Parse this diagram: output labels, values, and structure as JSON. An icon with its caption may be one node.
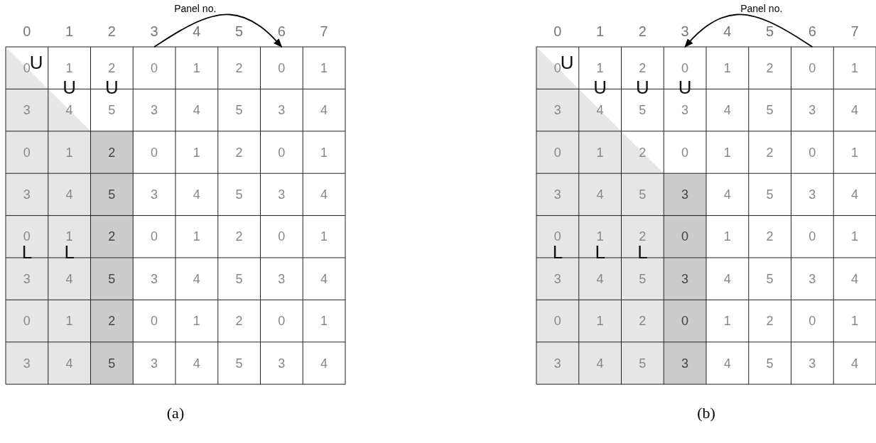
{
  "diagram": {
    "labels": [
      "Panel no.",
      "0",
      "1",
      "2",
      "3",
      "4",
      "5",
      "6",
      "7",
      "0",
      "1",
      "2",
      "0",
      "1",
      "2",
      "0",
      "1",
      "3",
      "4",
      "5",
      "3",
      "4",
      "5",
      "3",
      "4",
      "0",
      "1",
      "2",
      "0",
      "1",
      "2",
      "0",
      "1",
      "3",
      "4",
      "5",
      "3",
      "4",
      "5",
      "3",
      "4",
      "0",
      "1",
      "2",
      "0",
      "1",
      "2",
      "0",
      "1",
      "3",
      "4",
      "5",
      "3",
      "4",
      "5",
      "3",
      "4",
      "0",
      "1",
      "2",
      "0",
      "1",
      "2",
      "0",
      "1",
      "3",
      "4",
      "5",
      "3",
      "4",
      "5",
      "3",
      "4",
      "U",
      "U",
      "U",
      "L",
      "L",
      "(a)",
      "Panel no.",
      "0",
      "1",
      "2",
      "3",
      "4",
      "5",
      "6",
      "7",
      "0",
      "1",
      "2",
      "0",
      "1",
      "2",
      "0",
      "1",
      "3",
      "4",
      "5",
      "3",
      "4",
      "5",
      "3",
      "4",
      "0",
      "1",
      "2",
      "0",
      "1",
      "2",
      "0",
      "1",
      "3",
      "4",
      "5",
      "3",
      "4",
      "5",
      "3",
      "4",
      "0",
      "1",
      "2",
      "0",
      "1",
      "2",
      "0",
      "1",
      "3",
      "4",
      "5",
      "3",
      "4",
      "5",
      "3",
      "4",
      "0",
      "1",
      "2",
      "0",
      "1",
      "2",
      "0",
      "1",
      "3",
      "4",
      "5",
      "3",
      "4",
      "5",
      "3",
      "4",
      "U",
      "U",
      "U",
      "U",
      "L",
      "L",
      "L",
      "(b)"
    ]
  }
}
